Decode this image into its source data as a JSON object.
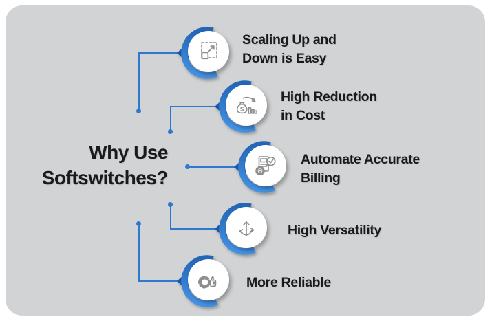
{
  "title": {
    "text": "Why Use\nSoftswitches?"
  },
  "items": [
    {
      "label": "Scaling Up and\nDown is Easy",
      "icon": "scale-resize-icon"
    },
    {
      "label": "High Reduction\nin Cost",
      "icon": "cost-reduction-icon",
      "badge": "$"
    },
    {
      "label": "Automate Accurate\nBilling",
      "icon": "automated-billing-icon"
    },
    {
      "label": "High Versatility",
      "icon": "versatility-arrows-icon"
    },
    {
      "label": "More Reliable",
      "icon": "reliability-icon"
    }
  ],
  "colors": {
    "frame": "#ffffff",
    "background": "#d1d3d4",
    "connector_blue": "#2e79cf",
    "arc_blue_dark": "#2466b6",
    "arc_blue_light": "#4493e6",
    "notch_blue": "#1a57a8",
    "text": "#1a1a1a",
    "icon_gray": "#8d8d8d"
  }
}
